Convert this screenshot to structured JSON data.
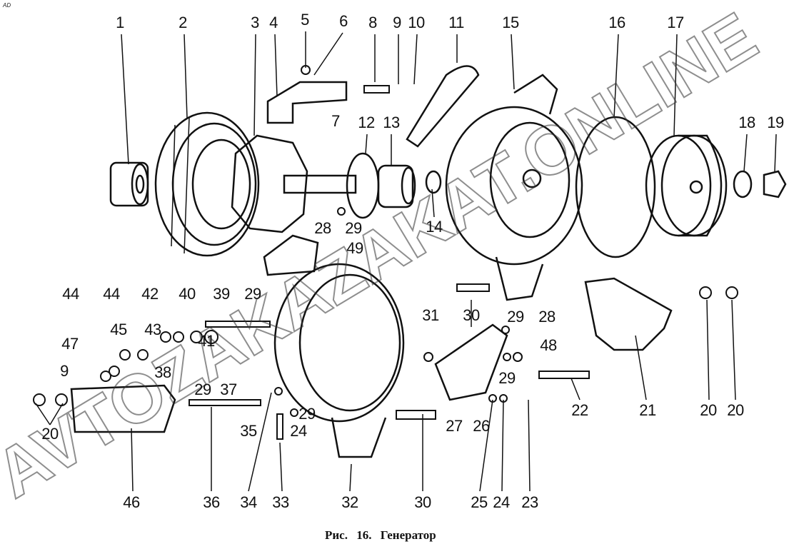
{
  "corner_mark": "AD",
  "caption": "Рис.  16.  Генератор",
  "watermark": "AVTOZAKAZAKAT.ONLINE",
  "part_labels": [
    "1",
    "2",
    "3",
    "4",
    "5",
    "6",
    "8",
    "9",
    "10",
    "11",
    "15",
    "16",
    "17",
    "18",
    "19",
    "7",
    "12",
    "13",
    "14",
    "28",
    "29",
    "49",
    "44",
    "44",
    "42",
    "40",
    "39",
    "29",
    "45",
    "43",
    "41",
    "47",
    "9",
    "38",
    "29",
    "37",
    "20",
    "35",
    "24",
    "29",
    "36",
    "34",
    "33",
    "46",
    "32",
    "30",
    "25",
    "24",
    "23",
    "31",
    "30",
    "29",
    "28",
    "48",
    "29",
    "22",
    "21",
    "20",
    "20",
    "27",
    "26"
  ]
}
